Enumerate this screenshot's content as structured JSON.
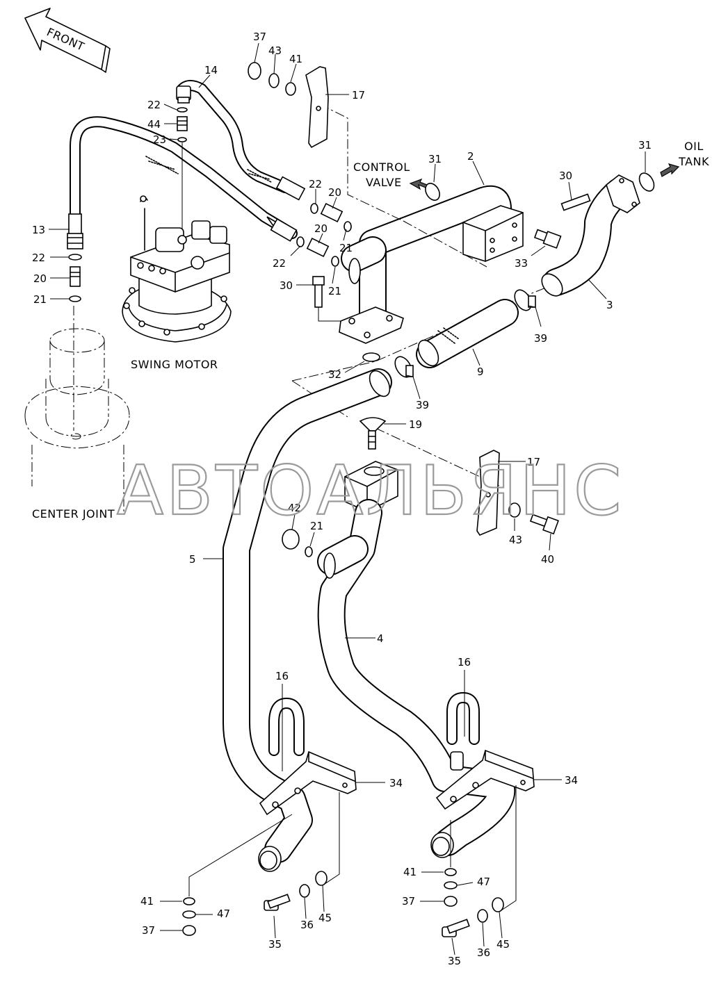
{
  "captions": {
    "front": "FRONT",
    "control_valve_1": "CONTROL",
    "control_valve_2": "VALVE",
    "oil_tank_1": "OIL",
    "oil_tank_2": "TANK",
    "swing_motor": "SWING MOTOR",
    "center_joint": "CENTER JOINT"
  },
  "watermark": "АВТОАЛЬЯНС",
  "callouts": [
    "37",
    "43",
    "41",
    "17",
    "14",
    "22",
    "44",
    "23",
    "13",
    "22",
    "20",
    "21",
    "22",
    "20",
    "21",
    "20",
    "21",
    "22",
    "30",
    "21",
    "31",
    "2",
    "30",
    "31",
    "33",
    "3",
    "39",
    "9",
    "32",
    "39",
    "19",
    "17",
    "43",
    "40",
    "42",
    "21",
    "5",
    "4",
    "16",
    "34",
    "16",
    "34",
    "41",
    "47",
    "37",
    "35",
    "36",
    "45",
    "41",
    "47",
    "37",
    "35",
    "36",
    "45"
  ]
}
